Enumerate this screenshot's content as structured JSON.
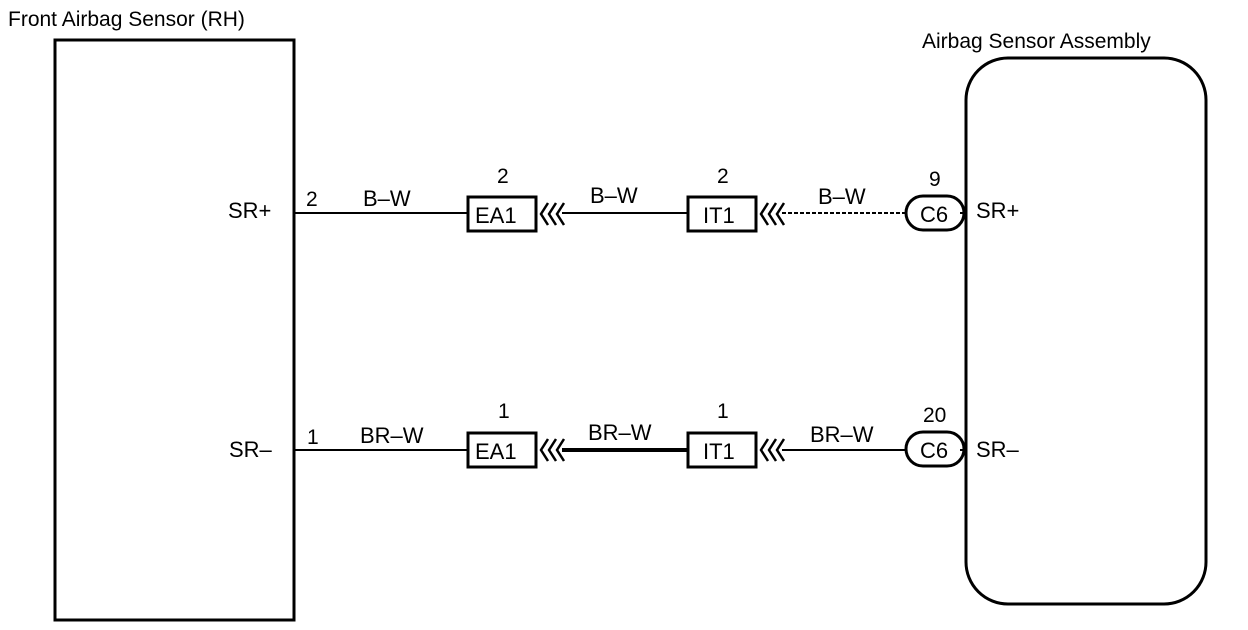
{
  "components": {
    "left": {
      "title": "Front Airbag Sensor (RH)"
    },
    "right": {
      "title": "Airbag Sensor Assembly"
    }
  },
  "circuits": {
    "top": {
      "left_pin_label": "SR+",
      "left_pin_number": "2",
      "wire_1": "B–W",
      "connector_1": "EA1",
      "connector_1_pin": "2",
      "wire_2": "B–W",
      "connector_2": "IT1",
      "connector_2_pin": "2",
      "wire_3": "B–W",
      "connector_3": "C6",
      "connector_3_pin": "9",
      "right_pin_label": "SR+"
    },
    "bottom": {
      "left_pin_label": "SR–",
      "left_pin_number": "1",
      "wire_1": "BR–W",
      "connector_1": "EA1",
      "connector_1_pin": "1",
      "wire_2": "BR–W",
      "connector_2": "IT1",
      "connector_2_pin": "1",
      "wire_3": "BR–W",
      "connector_3": "C6",
      "connector_3_pin": "20",
      "right_pin_label": "SR–"
    }
  }
}
